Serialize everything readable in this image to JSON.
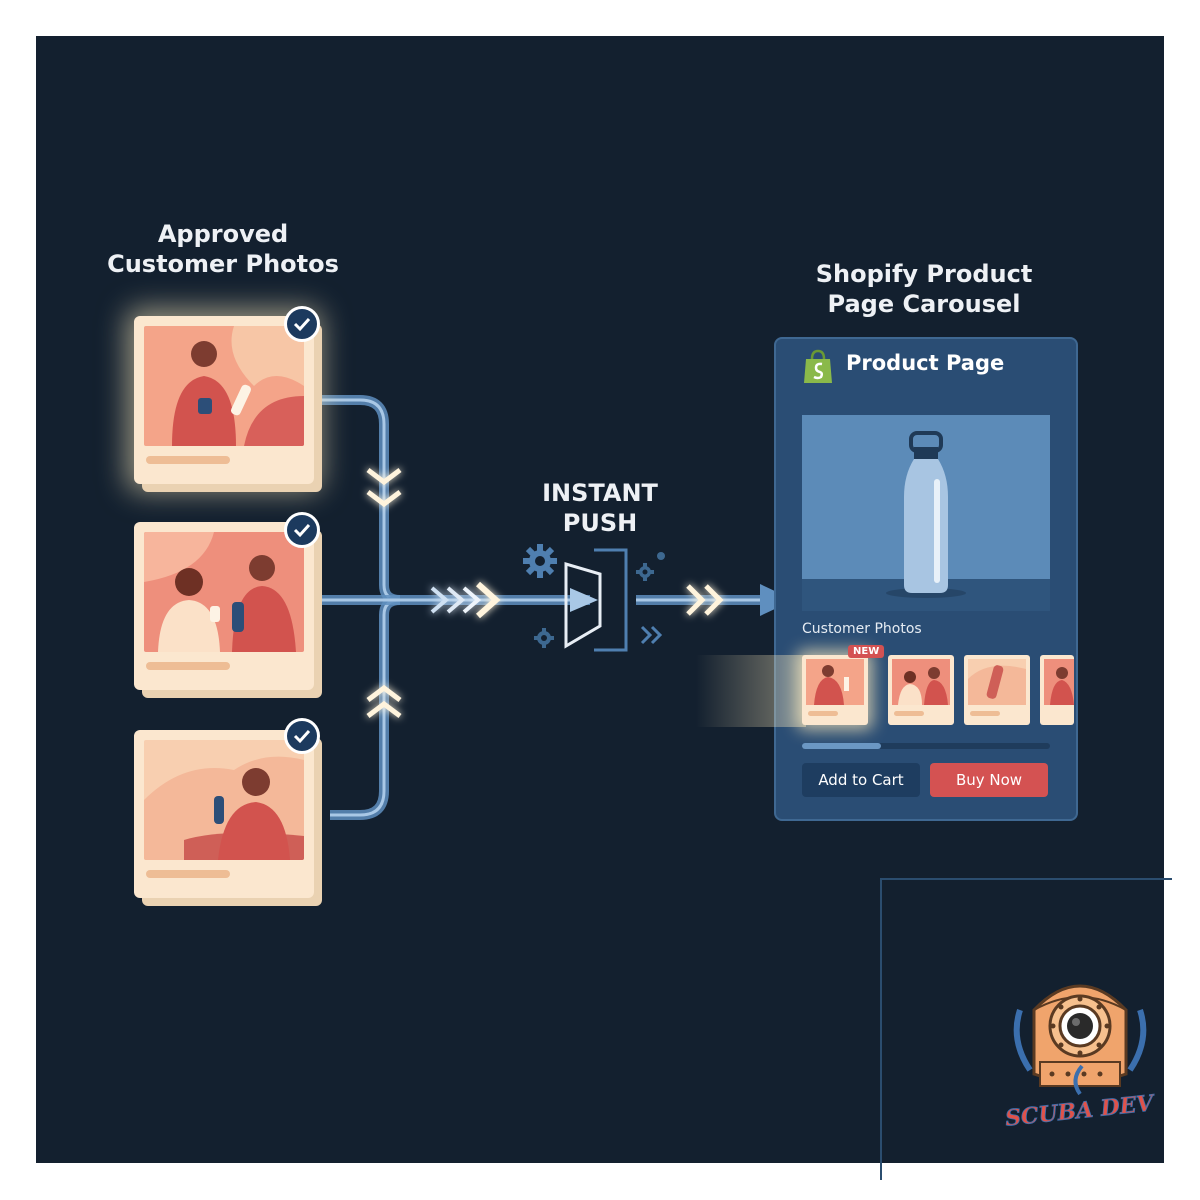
{
  "source_group": {
    "title_line1": "Approved",
    "title_line2": "Customer Photos",
    "photos": [
      {
        "name": "customer-photo-1",
        "approved": true
      },
      {
        "name": "customer-photo-2",
        "approved": true
      },
      {
        "name": "customer-photo-3",
        "approved": true
      }
    ]
  },
  "push_step": {
    "label_line1": "INSTANT",
    "label_line2": "PUSH"
  },
  "destination": {
    "title_line1": "Shopify Product",
    "title_line2": "Page Carousel",
    "panel": {
      "header": "Product Page",
      "section_label": "Customer Photos",
      "new_badge": "NEW",
      "carousel_progress": 0.32,
      "add_to_cart_label": "Add to Cart",
      "buy_now_label": "Buy Now"
    }
  },
  "watermark": {
    "text": "SCUBA DEV"
  },
  "colors": {
    "background": "#13202f",
    "flow_arrow": "#5f8fbf",
    "card": "#fbe7cf",
    "accent_red": "#d45252",
    "panel": "#2a4d74"
  }
}
